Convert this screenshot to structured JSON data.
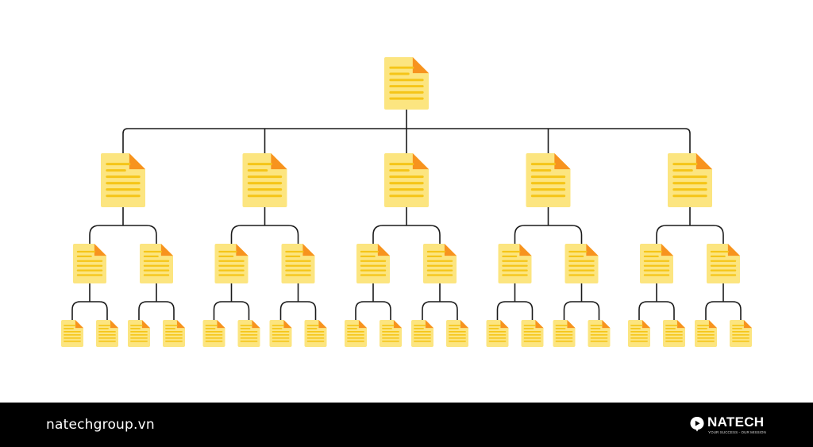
{
  "diagram": {
    "root_label": "",
    "levels": [
      1,
      5,
      2,
      2
    ],
    "colors": {
      "page": "#FCE580",
      "lines": "#F5C518",
      "fold": "#F7931E",
      "connector": "#1a1a1a"
    },
    "icon": "document-icon"
  },
  "footer": {
    "site_url": "natechgroup.vn",
    "brand_name": "NATECH",
    "tagline": "YOUR SUCCESS - OUR MISSION",
    "logo_icon": "play-pin-icon"
  }
}
